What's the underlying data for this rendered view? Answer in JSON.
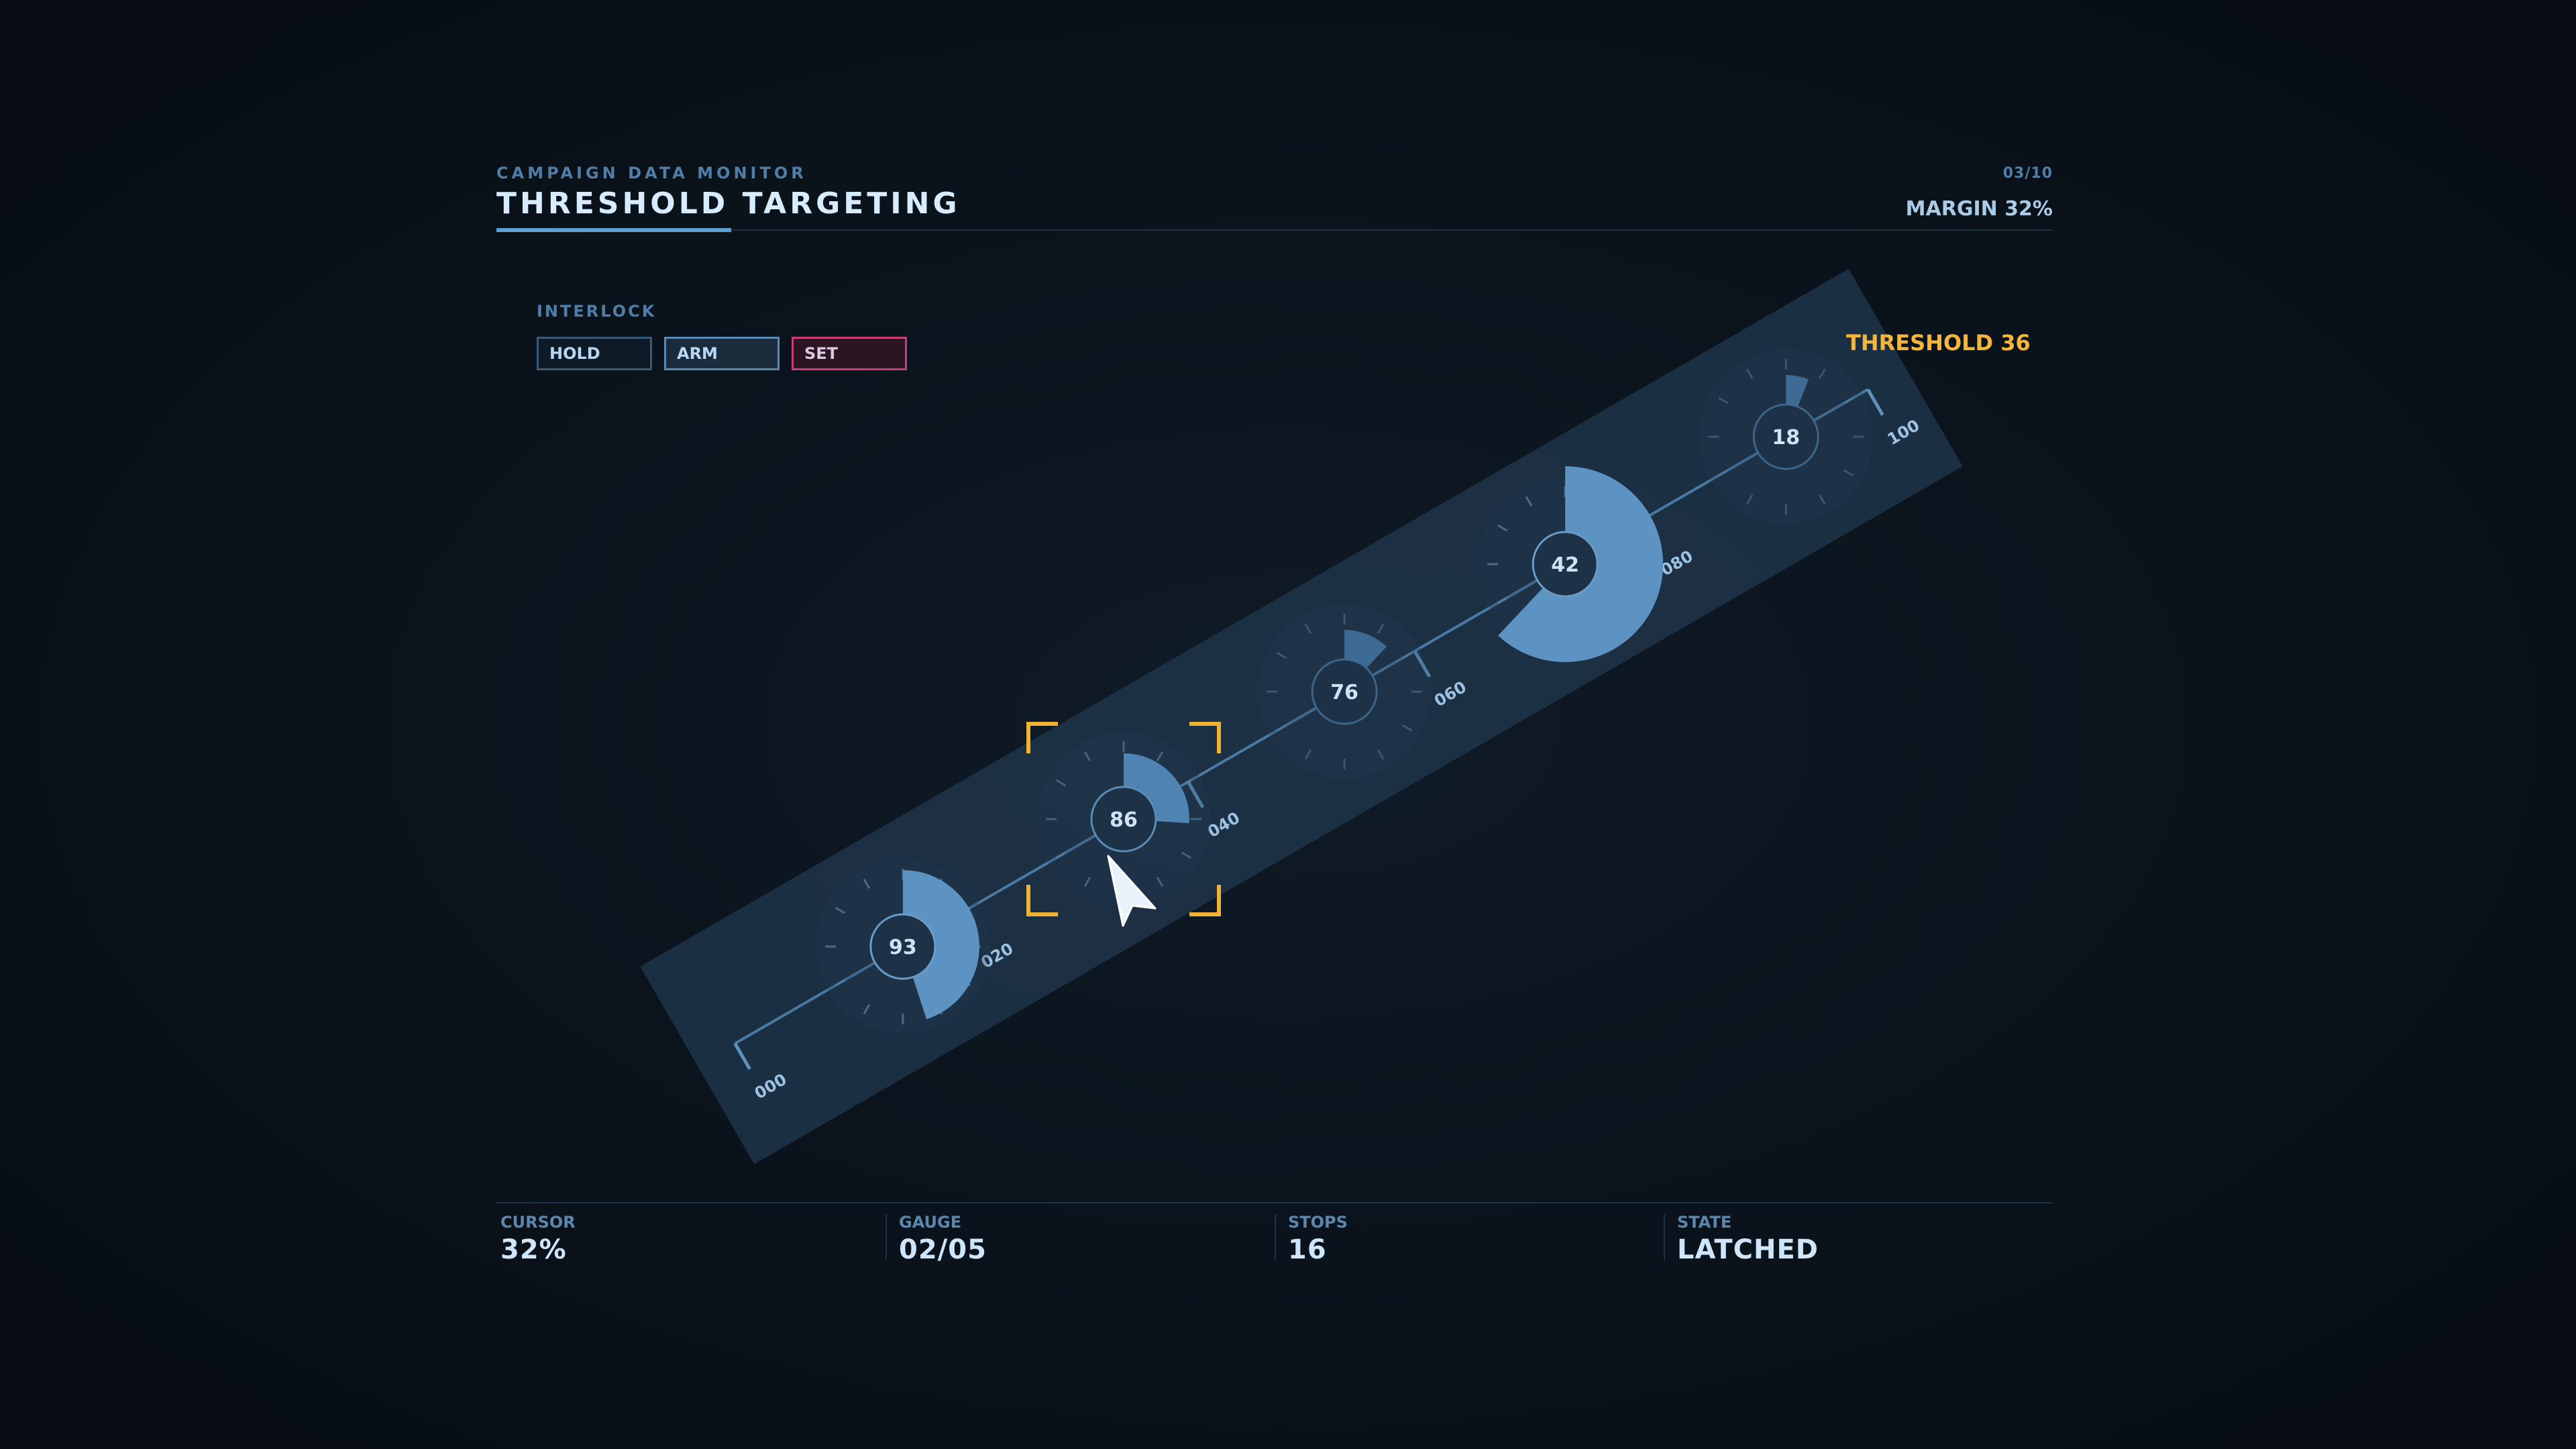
{
  "header": {
    "subtitle": "CAMPAIGN DATA MONITOR",
    "title": "THRESHOLD TARGETING",
    "page_counter": "03/10",
    "margin_readout": "MARGIN 32%"
  },
  "interlock": {
    "label": "INTERLOCK",
    "buttons": [
      {
        "label": "HOLD",
        "state": "idle"
      },
      {
        "label": "ARM",
        "state": "active"
      },
      {
        "label": "SET",
        "state": "alert"
      }
    ]
  },
  "track": {
    "threshold_label": "THRESHOLD 36",
    "tick_labels": [
      "000",
      "020",
      "040",
      "060",
      "080",
      "100"
    ],
    "gauges": [
      {
        "value": 93,
        "fill_fraction": 0.45,
        "emphasis": "strong"
      },
      {
        "value": 86,
        "fill_fraction": 0.26,
        "emphasis": "medium",
        "selected": true
      },
      {
        "value": 76,
        "fill_fraction": 0.12,
        "emphasis": "faint"
      },
      {
        "value": 42,
        "fill_fraction": 0.62,
        "emphasis": "strong"
      },
      {
        "value": 18,
        "fill_fraction": 0.06,
        "emphasis": "faint"
      }
    ]
  },
  "footer": {
    "stats": [
      {
        "label": "CURSOR",
        "value": "32%"
      },
      {
        "label": "GAUGE",
        "value": "02/05"
      },
      {
        "label": "STOPS",
        "value": "16"
      },
      {
        "label": "STATE",
        "value": "LATCHED"
      }
    ]
  },
  "colors": {
    "accent": "#5e9fd2",
    "target_bracket": "#f0b232",
    "threshold": "#f3b63b",
    "alert": "#c93f73",
    "track": "#1e3247"
  }
}
